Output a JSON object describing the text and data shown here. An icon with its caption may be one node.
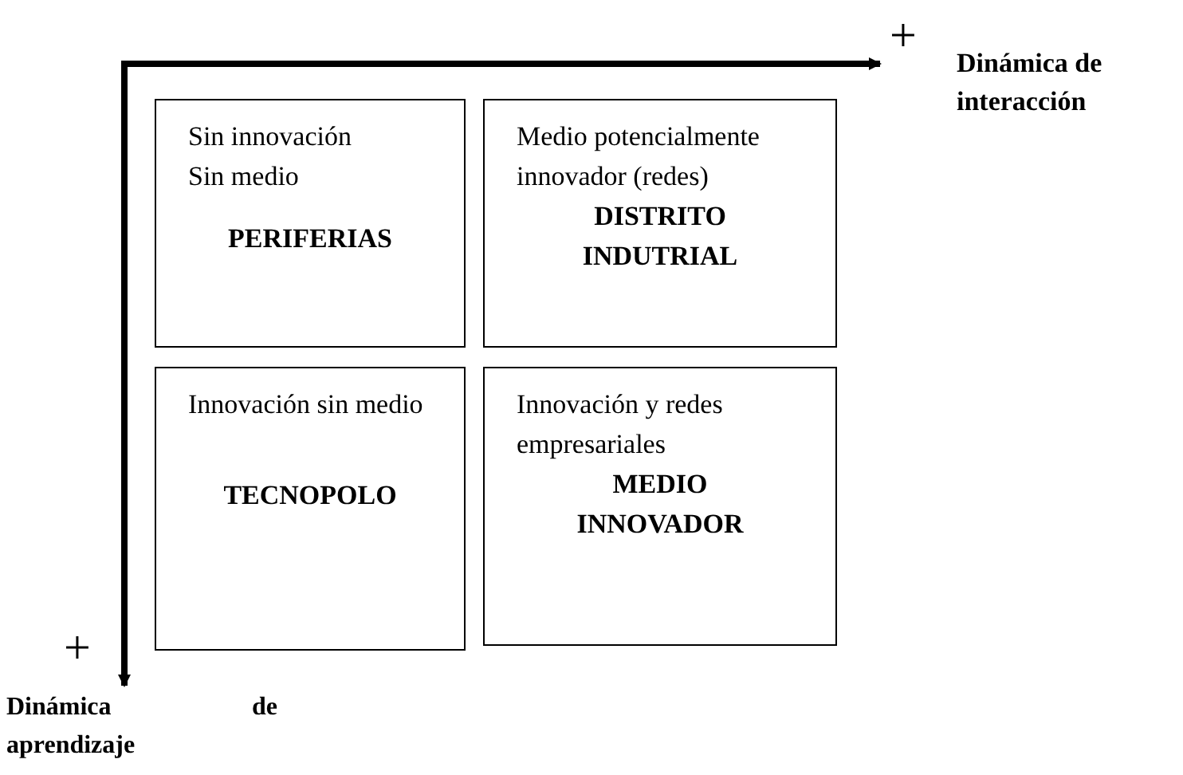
{
  "diagram": {
    "nodes": [
      {
        "text": [
          "Sin innovación",
          "Sin medio",
          "PERIFERIAS"
        ]
      },
      {
        "text": [
          "Medio potencialmente innovador (redes)",
          "DISTRITO INDUTRIAL"
        ]
      },
      {
        "text": [
          "Innovación sin medio",
          "TECNOPOLO"
        ]
      },
      {
        "text": [
          "Innovación y redes empresariales",
          "MEDIO INNOVADOR"
        ]
      }
    ],
    "labels": [
      "+",
      "Dinámica de interacción",
      "+",
      "Dinámica de aprendizaje"
    ]
  }
}
